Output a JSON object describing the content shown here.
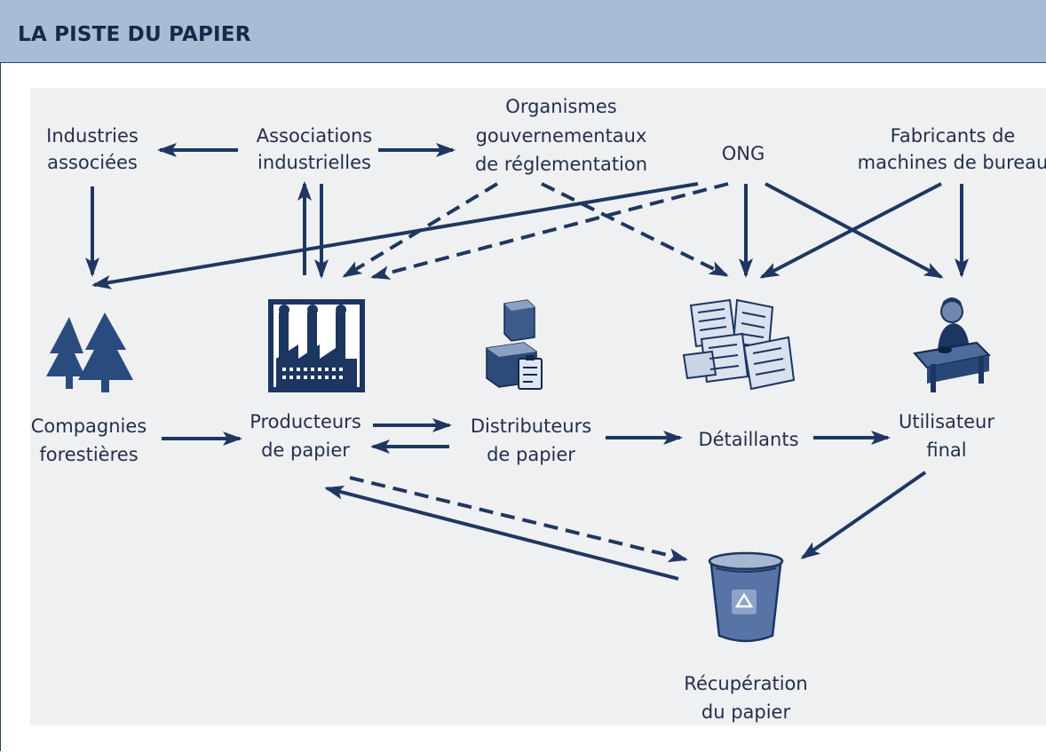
{
  "header": {
    "title": "LA PISTE DU PAPIER"
  },
  "nodes": {
    "industries_associees": [
      "Industries",
      "associées"
    ],
    "associations_industrielles": [
      "Associations",
      "industrielles"
    ],
    "organismes": [
      "Organismes",
      "gouvernementaux",
      "de réglementation"
    ],
    "ong": [
      "ONG"
    ],
    "fabricants": [
      "Fabricants de",
      "machines de bureau"
    ],
    "compagnies_forestieres": [
      "Compagnies",
      "forestières"
    ],
    "producteurs": [
      "Producteurs",
      "de papier"
    ],
    "distributeurs": [
      "Distributeurs",
      "de papier"
    ],
    "detaillants": [
      "Détaillants"
    ],
    "utilisateur_final": [
      "Utilisateur",
      "final"
    ],
    "recuperation": [
      "Récupération",
      "du papier"
    ]
  },
  "icons": {
    "trees": "pine-trees-icon",
    "factory": "factory-icon",
    "boxes": "boxes-icon",
    "papers": "newspapers-icon",
    "user": "office-worker-icon",
    "bin": "recycling-bin-icon"
  },
  "colors": {
    "header_bg": "#a8bcd6",
    "title": "#15294a",
    "panel_bg": "#eff0f1",
    "arrow": "#1f3760",
    "text": "#1f2f4d"
  }
}
